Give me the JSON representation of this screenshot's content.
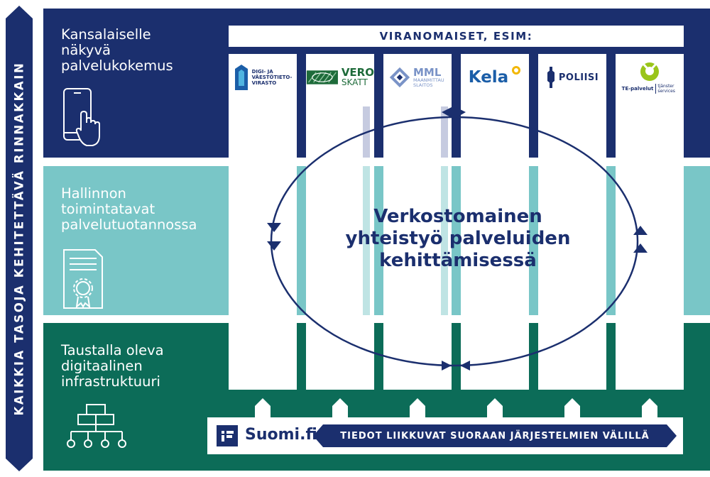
{
  "vertical_banner": {
    "text": "KAIKKIA TASOJA KEHITETTÄVÄ RINNAKKAIN"
  },
  "levels": [
    {
      "label": "Kansalaiselle\nnäkyvä\npalvelukokemus",
      "icon": "phone-touch-icon"
    },
    {
      "label": "Hallinnon\ntoimintatavat\npalvelutuotannossa",
      "icon": "certificate-icon"
    },
    {
      "label": "Taustalla oleva\ndigitaalinen\ninfrastruktuuri",
      "icon": "network-hierarchy-icon"
    }
  ],
  "agencies": {
    "header": "VIRANOMAISET, ESIM:",
    "items": [
      {
        "name": "DVV",
        "logo_text": "DIGI- JA\nVÄESTÖTIETO-\nVIRASTO",
        "color": "#1b5ea8"
      },
      {
        "name": "Vero",
        "logo_text_main": "VERO",
        "logo_text_sub": "SKATT",
        "color": "#1e6b3a"
      },
      {
        "name": "MML",
        "logo_text_main": "MML",
        "logo_text_sub": "MAANMITTAUSLAITOS",
        "color": "#7a93c7"
      },
      {
        "name": "Kela",
        "logo_text_main": "Kela",
        "color": "#1b5ea8"
      },
      {
        "name": "Poliisi",
        "logo_text_main": "POLIISI",
        "color": "#1b2f6e"
      },
      {
        "name": "TE",
        "logo_text_main": "TE-palvelut",
        "logo_text_sub": "tjänster services",
        "color": "#9ac51a"
      }
    ]
  },
  "center": {
    "text": "Verkostomainen\nyhteistyö palveluiden\nkehittämisessä"
  },
  "suomi": {
    "name": "Suomi.fi",
    "message": "TIEDOT LIIKKUVAT SUORAAN JÄRJESTELMIEN VÄLILLÄ"
  },
  "colors": {
    "navy": "#1b2f6e",
    "teal_light": "#79c6c7",
    "teal_dark": "#0c6c58"
  }
}
